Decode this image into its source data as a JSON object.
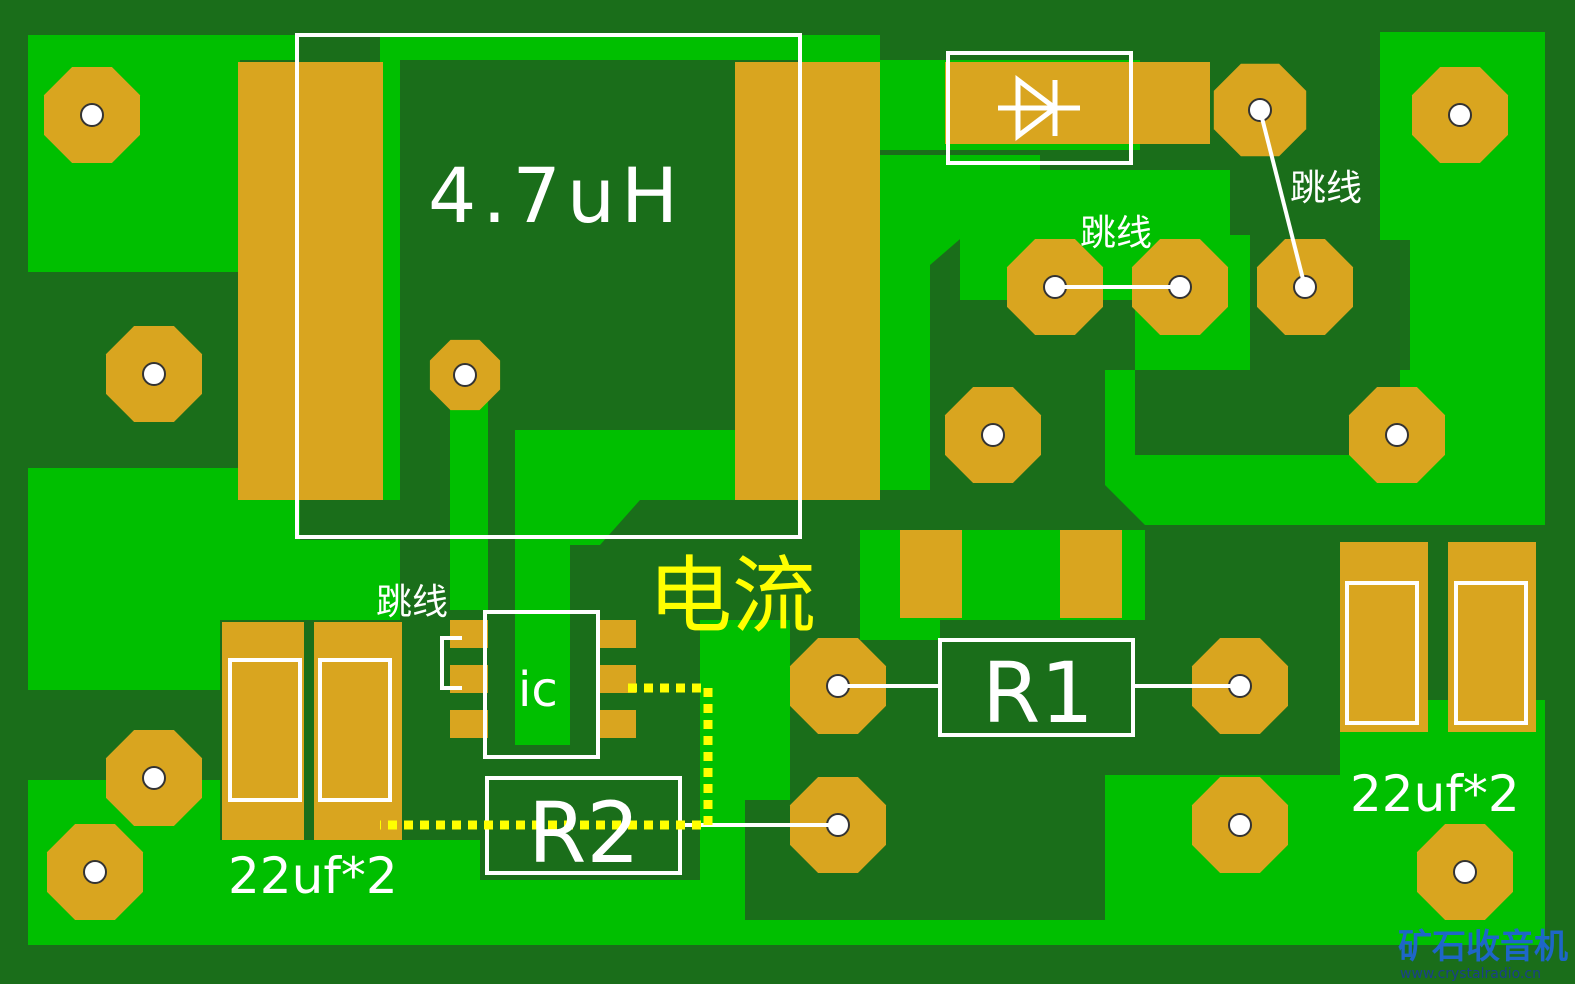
{
  "colors": {
    "background": "#1a6e1a",
    "copper": "#00bf00",
    "pad": "#d9a51f",
    "silkscreen": "#ffffff",
    "current_path": "#ffff00"
  },
  "labels": {
    "inductor": "4.7uH",
    "jumper_top_right": "跳线",
    "jumper_middle": "跳线",
    "jumper_left": "跳线",
    "current": "电流",
    "ic": "ic",
    "r1": "R1",
    "r2": "R2",
    "cap_left": "22uf*2",
    "cap_right": "22uf*2"
  },
  "watermark": {
    "name": "矿石收音机",
    "url": "www.crystalradio.cn"
  }
}
